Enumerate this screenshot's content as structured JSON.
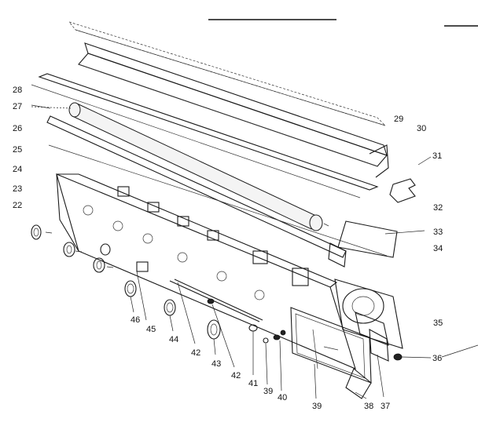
{
  "callouts": {
    "c22": "22",
    "c23": "23",
    "c24": "24",
    "c25": "25",
    "c26": "26",
    "c27": "27",
    "c28": "28",
    "c29": "29",
    "c30": "30",
    "c31": "31",
    "c32": "32",
    "c33": "33",
    "c34": "34",
    "c35": "35",
    "c36": "36",
    "c37": "37",
    "c38": "38",
    "c39a": "39",
    "c39b": "39",
    "c40": "40",
    "c41": "41",
    "c42a": "42",
    "c42b": "42",
    "c43": "43",
    "c44": "44",
    "c45": "45",
    "c46": "46"
  }
}
